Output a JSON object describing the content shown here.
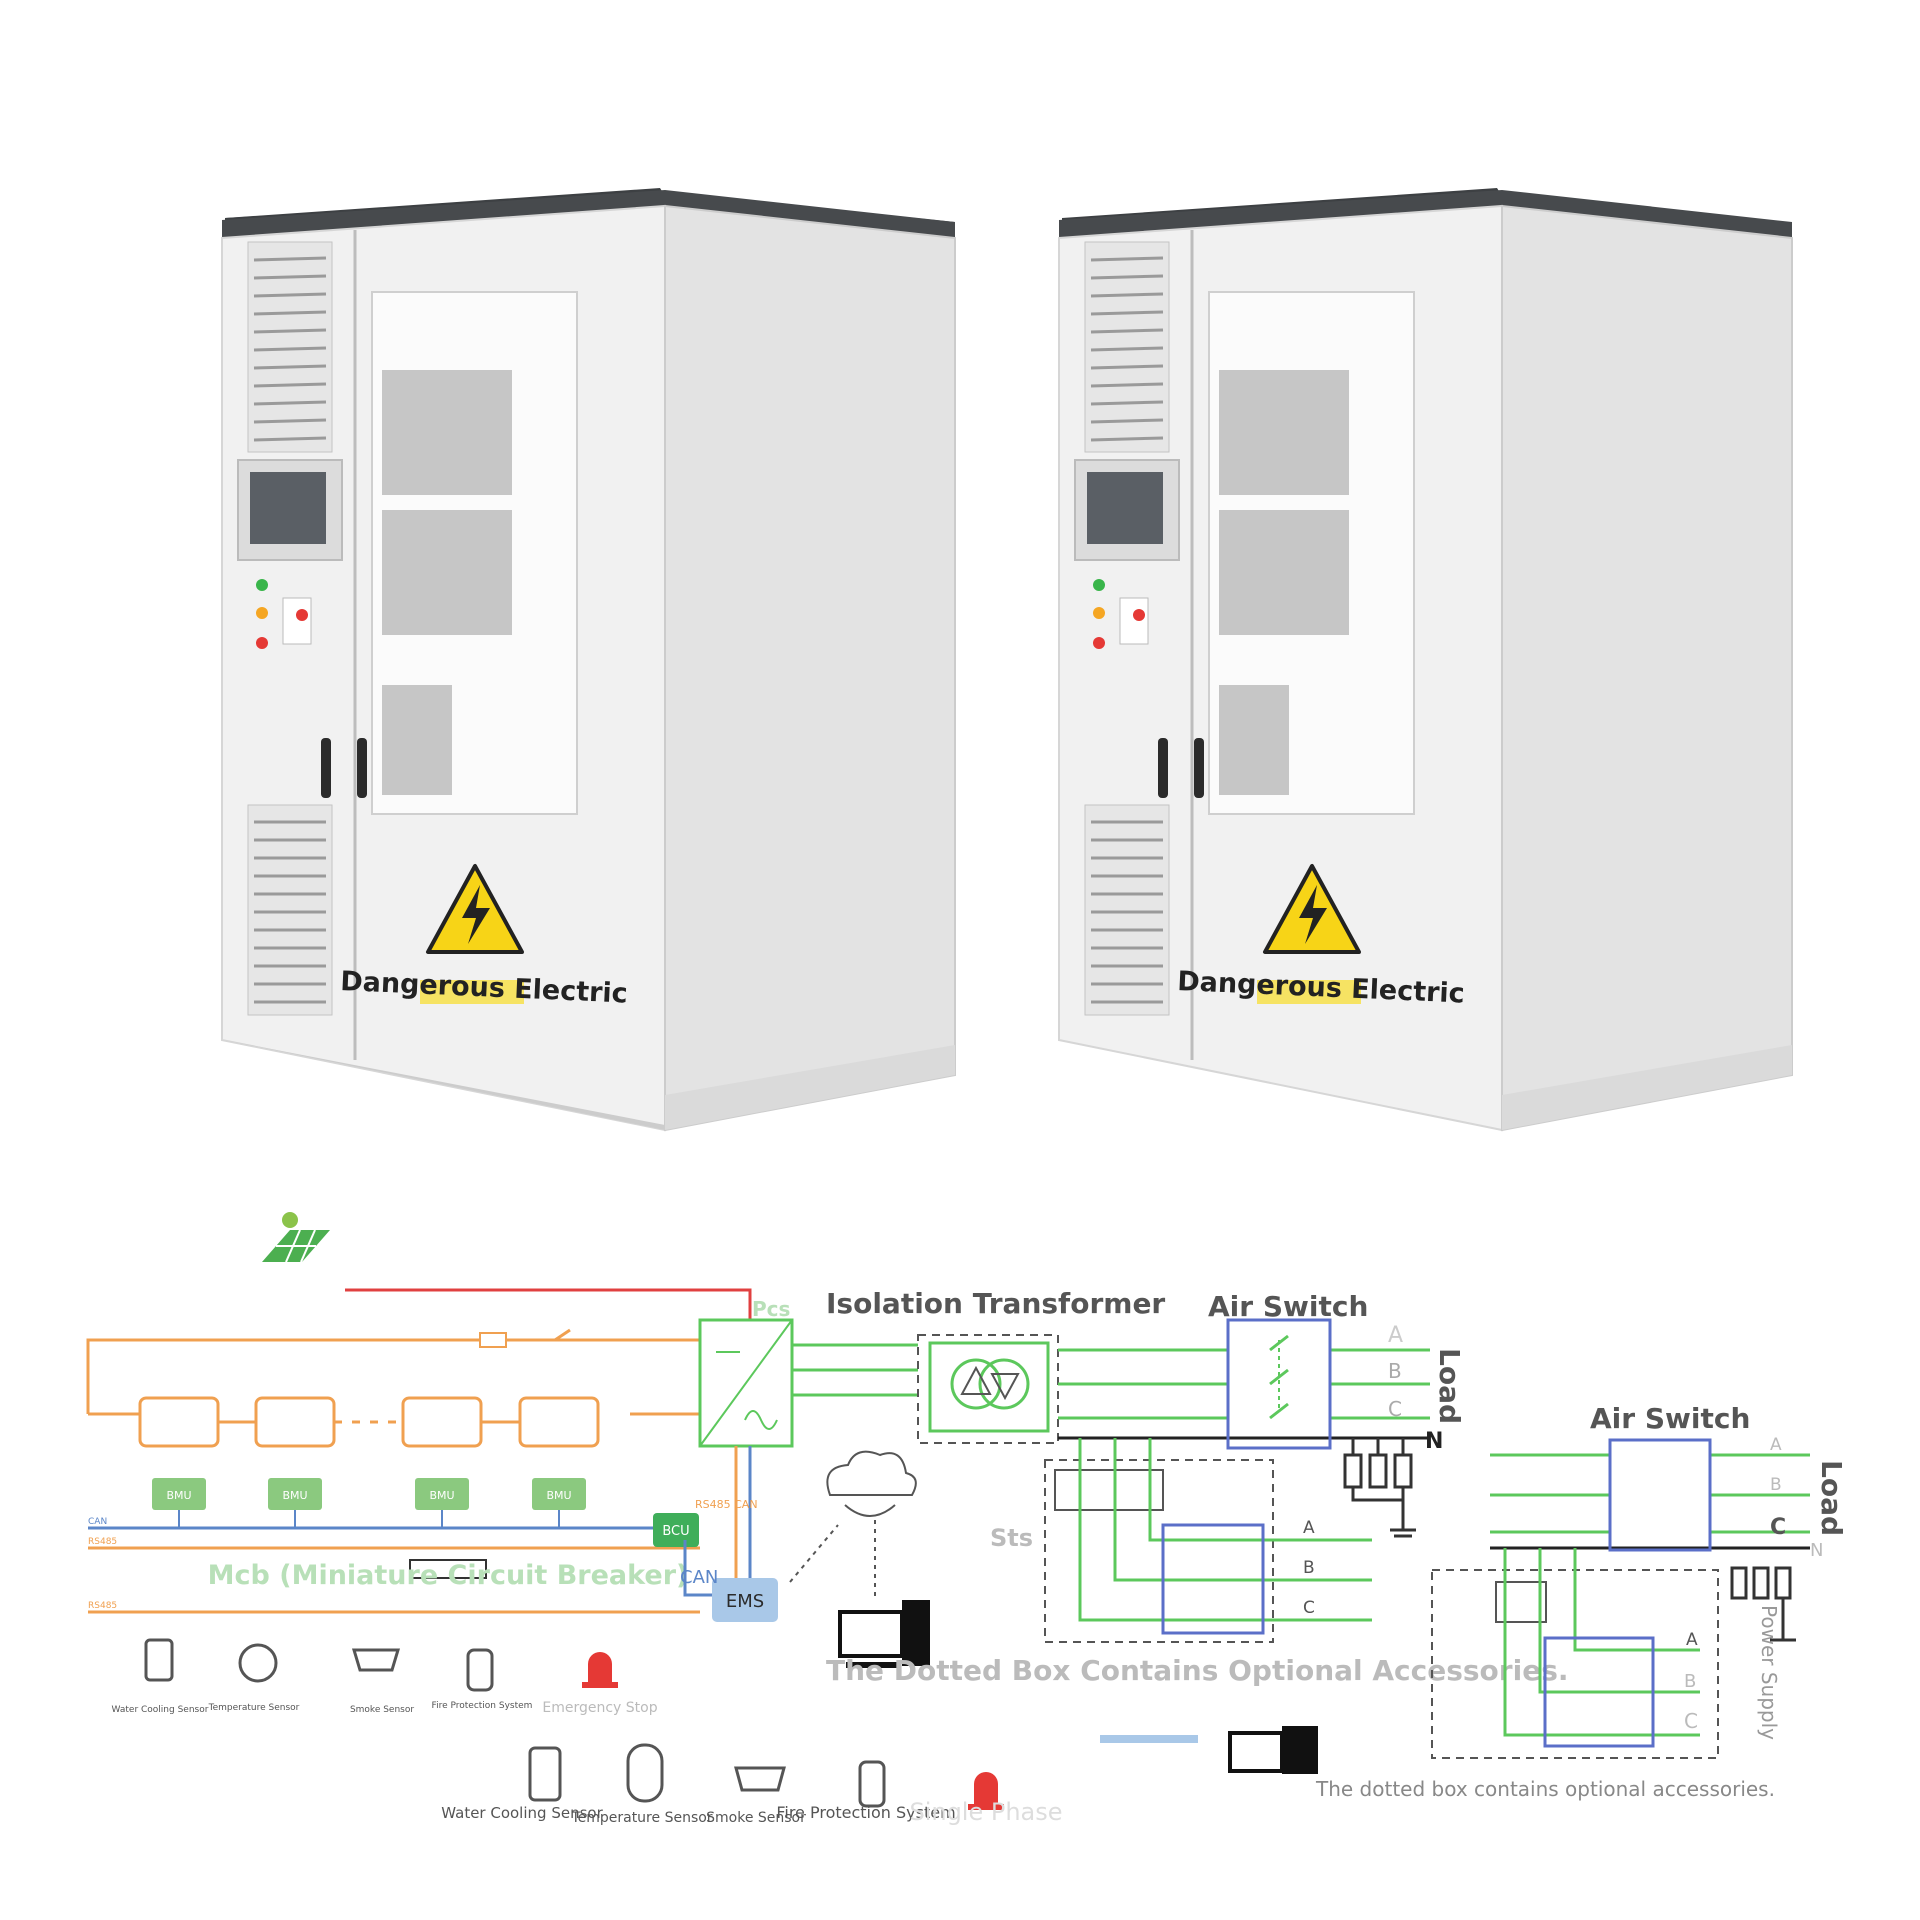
{
  "cabinets": [
    {
      "warning_text": "Dangerous Electric"
    },
    {
      "warning_text": "Dangerous Electric"
    }
  ],
  "diagram": {
    "labels": {
      "pcs": "Pcs",
      "isolation_transformer": "Isolation Transformer",
      "air_switch_main": "Air Switch",
      "air_switch_right": "Air Switch",
      "load_main": "Load",
      "load_right": "Load",
      "phase_a": "A",
      "phase_b": "B",
      "phase_c": "C",
      "neutral": "N",
      "sts": "Sts",
      "bmu": "BMU",
      "bcu": "BCU",
      "ems": "EMS",
      "can": "CAN",
      "rs485": "RS485",
      "rs485_can": "RS485 CAN",
      "mcb": "Mcb (Miniature Circuit Breaker)",
      "optional_note_main": "The Dotted Box Contains Optional Accessories.",
      "optional_note_right": "The dotted box contains optional accessories.",
      "power_supply": "Power Supply"
    },
    "accessories_small": [
      "Water Cooling Sensor",
      "Temperature Sensor",
      "Smoke Sensor",
      "Fire Protection System",
      "Emergency Stop"
    ],
    "accessories_large": [
      "Water Cooling Sensor",
      "Temperature Sensor",
      "Smoke Sensor",
      "Fire Protection System",
      "Single Phase"
    ],
    "colors": {
      "ac_line": "#5cc85c",
      "dc_line": "#f0a050",
      "pv_line": "#e04040",
      "can_line": "#5b86c8",
      "switch_box": "#5b6fc8",
      "bmu_box": "#8bc97f",
      "ems_box": "#a9c8e8"
    }
  }
}
